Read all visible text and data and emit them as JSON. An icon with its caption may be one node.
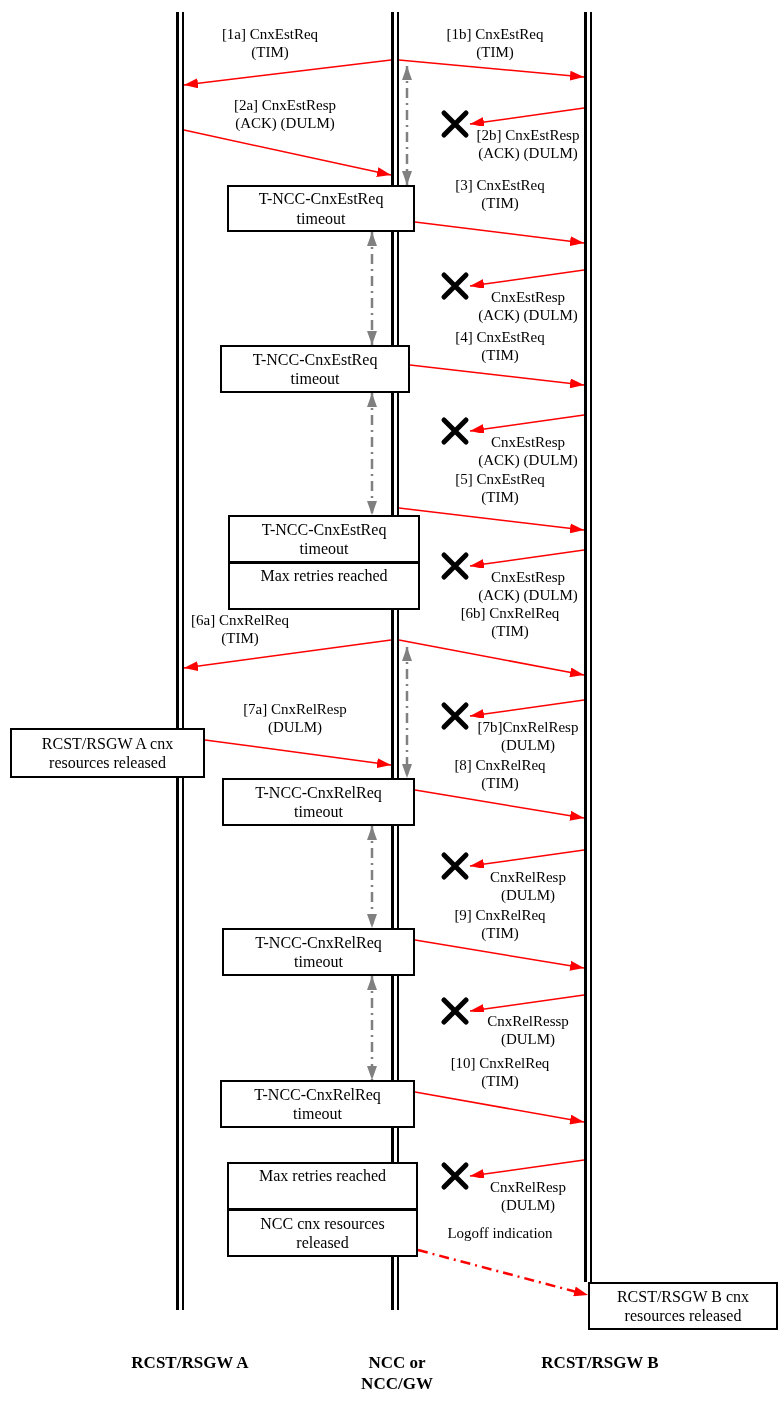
{
  "diagram": {
    "nodes": [
      {
        "text": [],
        "shape": "bar"
      },
      {
        "text": [],
        "shape": "bar"
      },
      {
        "text": [],
        "shape": "bar"
      },
      {
        "text": [],
        "shape": "cross"
      },
      {
        "text": [
          "T-NCC-CnxEstReq timeout"
        ]
      },
      {
        "text": [],
        "shape": "cross"
      },
      {
        "text": [
          "T-NCC-CnxEstReq timeout"
        ]
      },
      {
        "text": [],
        "shape": "cross"
      },
      {
        "text": [
          "T-NCC-CnxEstReq timeout"
        ]
      },
      {
        "text": [
          "Max retries reached"
        ]
      },
      {
        "text": [],
        "shape": "cross"
      },
      {
        "text": [],
        "shape": "cross"
      },
      {
        "text": [
          "RCST/RSGW A  cnx resources released"
        ]
      },
      {
        "text": [
          "T-NCC-CnxRelReq timeout"
        ]
      },
      {
        "text": [],
        "shape": "cross"
      },
      {
        "text": [
          "T-NCC-CnxRelReq timeout"
        ]
      },
      {
        "text": [],
        "shape": "cross"
      },
      {
        "text": [
          "T-NCC-CnxRelReq timeout"
        ]
      },
      {
        "text": [
          "Max retries reached"
        ]
      },
      {
        "text": [],
        "shape": "cross"
      },
      {
        "text": [
          "NCC cnx resources released"
        ]
      },
      {
        "text": [
          "RCST/RSGW B  cnx resources released"
        ]
      }
    ],
    "edges": [
      {
        "from": 1,
        "to": 0,
        "arrow": "to",
        "label": "[1a] CnxEstReq (TIM)"
      },
      {
        "from": 1,
        "to": 2,
        "arrow": "to",
        "label": "[1b] CnxEstReq (TIM)"
      },
      {
        "from": 1,
        "to": 4,
        "arrow": "both",
        "style": "dashed",
        "color": "#808080"
      },
      {
        "from": 0,
        "to": 1,
        "arrow": "to",
        "label": "[2a] CnxEstResp (ACK) (DULM)"
      },
      {
        "from": 2,
        "to": 3,
        "arrow": "to",
        "label": "[2b] CnxEstResp (ACK) (DULM)"
      },
      {
        "from": 4,
        "to": 2,
        "arrow": "to",
        "label": "[3] CnxEstReq (TIM)"
      },
      {
        "from": 4,
        "to": 6,
        "arrow": "both",
        "style": "dashed",
        "color": "#808080"
      },
      {
        "from": 2,
        "to": 5,
        "arrow": "to",
        "label": "CnxEstResp (ACK) (DULM)"
      },
      {
        "from": 6,
        "to": 2,
        "arrow": "to",
        "label": "[4] CnxEstReq (TIM)"
      },
      {
        "from": 6,
        "to": 8,
        "arrow": "both",
        "style": "dashed",
        "color": "#808080"
      },
      {
        "from": 2,
        "to": 7,
        "arrow": "to",
        "label": "CnxEstResp (ACK) (DULM)"
      },
      {
        "from": 1,
        "to": 2,
        "arrow": "to",
        "label": "[5] CnxEstReq (TIM)"
      },
      {
        "from": 2,
        "to": 10,
        "arrow": "to",
        "label": "CnxEstResp (ACK) (DULM)"
      },
      {
        "from": 1,
        "to": 0,
        "arrow": "to",
        "label": "[6a] CnxRelReq (TIM)"
      },
      {
        "from": 1,
        "to": 2,
        "arrow": "to",
        "label": "[6b] CnxRelReq (TIM)"
      },
      {
        "from": 1,
        "to": 13,
        "arrow": "both",
        "style": "dashed",
        "color": "#808080"
      },
      {
        "from": 2,
        "to": 11,
        "arrow": "to",
        "label": "[7b]CnxRelResp (DULM)"
      },
      {
        "from": 12,
        "to": 1,
        "arrow": "to",
        "label": "[7a] CnxRelResp (DULM)"
      },
      {
        "from": 13,
        "to": 2,
        "arrow": "to",
        "label": "[8] CnxRelReq (TIM)"
      },
      {
        "from": 13,
        "to": 15,
        "arrow": "both",
        "style": "dashed",
        "color": "#808080"
      },
      {
        "from": 2,
        "to": 14,
        "arrow": "to",
        "label": "CnxRelResp (DULM)"
      },
      {
        "from": 15,
        "to": 2,
        "arrow": "to",
        "label": "[9] CnxRelReq (TIM)"
      },
      {
        "from": 15,
        "to": 17,
        "arrow": "both",
        "style": "dashed",
        "color": "#808080"
      },
      {
        "from": 2,
        "to": 16,
        "arrow": "to",
        "label": "CnxRelRessp (DULM)"
      },
      {
        "from": 17,
        "to": 2,
        "arrow": "to",
        "label": "[10] CnxRelReq (TIM)"
      },
      {
        "from": 2,
        "to": 19,
        "arrow": "to",
        "label": "CnxRelResp (DULM)"
      },
      {
        "from": 20,
        "to": 21,
        "arrow": "to",
        "label": "Logoff indication",
        "style": "dashed"
      }
    ],
    "labels": [
      "RCST/RSGW A",
      "NCC or NCC/GW",
      "RCST/RSGW B"
    ]
  }
}
